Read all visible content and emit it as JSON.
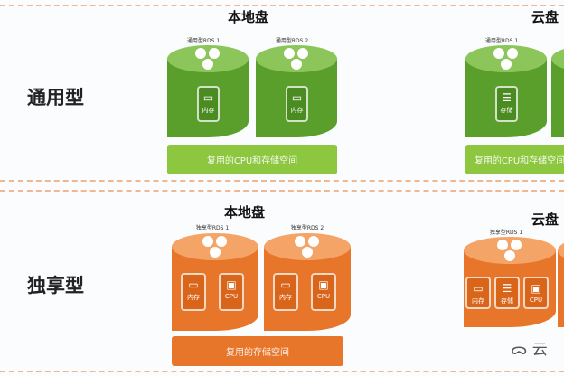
{
  "rows": [
    {
      "label": "通用型"
    },
    {
      "label": "独享型"
    }
  ],
  "local_title": "本地盘",
  "cloud_title": "云盘",
  "general": {
    "rds1": "通用型RDS 1",
    "rds2": "通用型RDS 2",
    "mem": "内存",
    "storage": "存储",
    "bar": "复用的CPU和存储空间"
  },
  "exclusive": {
    "rds1": "独享型RDS 1",
    "rds2": "独享型RDS 2",
    "mem": "内存",
    "cpu": "CPU",
    "storage": "存储",
    "bar": "复用的存储空间"
  },
  "watermark": "云",
  "colors": {
    "green": "#5a9e2c",
    "light_green": "#8dc63f",
    "orange": "#e8762a"
  }
}
